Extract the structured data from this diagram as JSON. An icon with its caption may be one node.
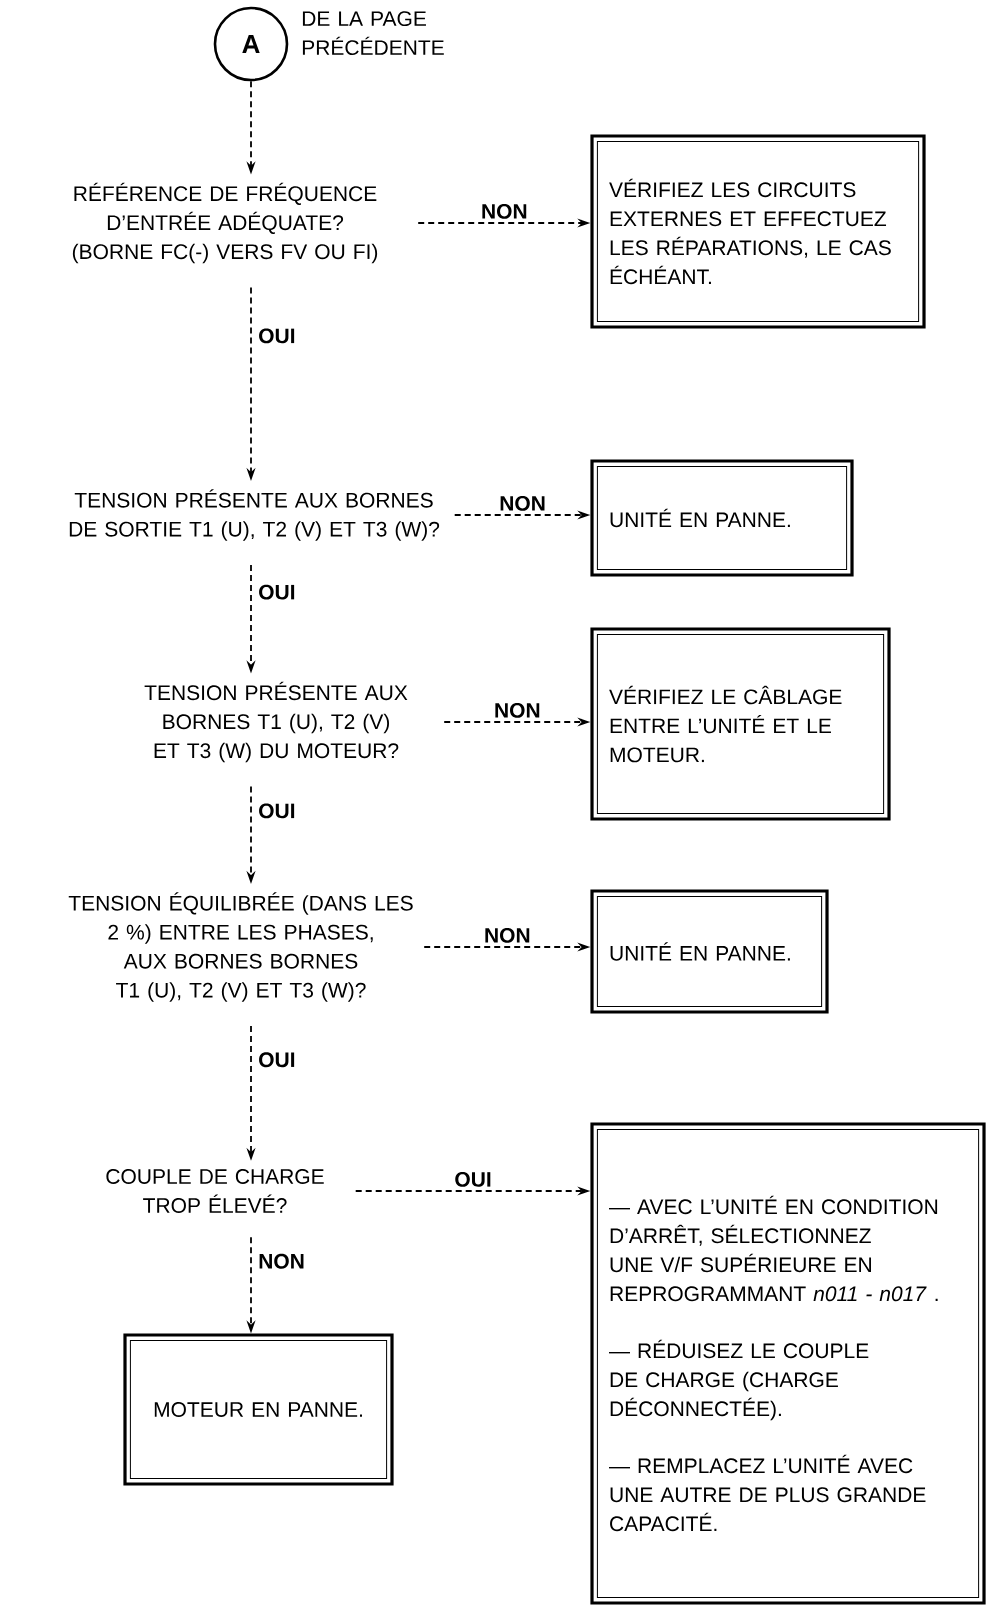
{
  "diagram": {
    "nodes": [
      {
        "text": [
          "A"
        ],
        "beside": [
          "DE LA PAGE PRÉCÉDENTE"
        ]
      },
      {
        "text": [
          "RÉFÉRENCE DE FRÉQUENCE D’ENTRÉE ADÉQUATE? (BORNE FC(-) VERS FV OU FI)"
        ]
      },
      {
        "text": [
          "VÉRIFIEZ LES CIRCUITS EXTERNES ET EFFECTUEZ LES RÉPARATIONS, LE CAS ÉCHÉANT."
        ]
      },
      {
        "text": [
          "TENSION PRÉSENTE AUX BORNES DE SORTIE T1 (U), T2 (V) ET T3 (W)?"
        ]
      },
      {
        "text": [
          "UNITÉ EN PANNE."
        ]
      },
      {
        "text": [
          "TENSION PRÉSENTE AUX BORNES T1 (U), T2 (V) ET T3 (W) DU MOTEUR?"
        ]
      },
      {
        "text": [
          "VÉRIFIEZ LE CÂBLAGE ENTRE L’UNITÉ ET LE MOTEUR."
        ]
      },
      {
        "text": [
          "TENSION ÉQUILIBRÉE (DANS LES 2 %) ENTRE LES PHASES, AUX BORNES BORNES T1 (U), T2 (V) ET T3 (W)?"
        ]
      },
      {
        "text": [
          "UNITÉ EN PANNE."
        ]
      },
      {
        "text": [
          "COUPLE DE CHARGE TROP ÉLEVÉ?"
        ]
      },
      {
        "text": [
          "MOTEUR EN PANNE."
        ]
      },
      {
        "text": [
          "— AVEC L’UNITÉ EN CONDITION D’ARRÊT, SÉLECTIONNEZ UNE V/F SUPÉRIEURE EN REPROGRAMMANT *n011 - n017* .",
          "— RÉDUISEZ LE COUPLE DE CHARGE (CHARGE DÉCONNECTÉE).",
          "— REMPLACEZ L’UNITÉ AVEC UNE AUTRE DE PLUS GRANDE CAPACITÉ."
        ]
      }
    ],
    "edges": [
      {
        "from": 0,
        "to": 1,
        "arrow": "to",
        "style": "dashed"
      },
      {
        "from": 1,
        "to": 2,
        "arrow": "to",
        "style": "dashed",
        "label": "NON"
      },
      {
        "from": 1,
        "to": 3,
        "arrow": "to",
        "style": "dashed",
        "label": "OUI"
      },
      {
        "from": 3,
        "to": 4,
        "arrow": "to",
        "style": "dashed",
        "label": "NON"
      },
      {
        "from": 3,
        "to": 5,
        "arrow": "to",
        "style": "dashed",
        "label": "OUI"
      },
      {
        "from": 5,
        "to": 6,
        "arrow": "to",
        "style": "dashed",
        "label": "NON"
      },
      {
        "from": 5,
        "to": 7,
        "arrow": "to",
        "style": "dashed",
        "label": "OUI"
      },
      {
        "from": 7,
        "to": 8,
        "arrow": "to",
        "style": "dashed",
        "label": "NON"
      },
      {
        "from": 7,
        "to": 9,
        "arrow": "to",
        "style": "dashed",
        "label": "OUI"
      },
      {
        "from": 9,
        "to": 11,
        "arrow": "to",
        "style": "dashed",
        "label": "OUI"
      },
      {
        "from": 9,
        "to": 10,
        "arrow": "to",
        "style": "dashed",
        "label": "NON"
      }
    ]
  }
}
